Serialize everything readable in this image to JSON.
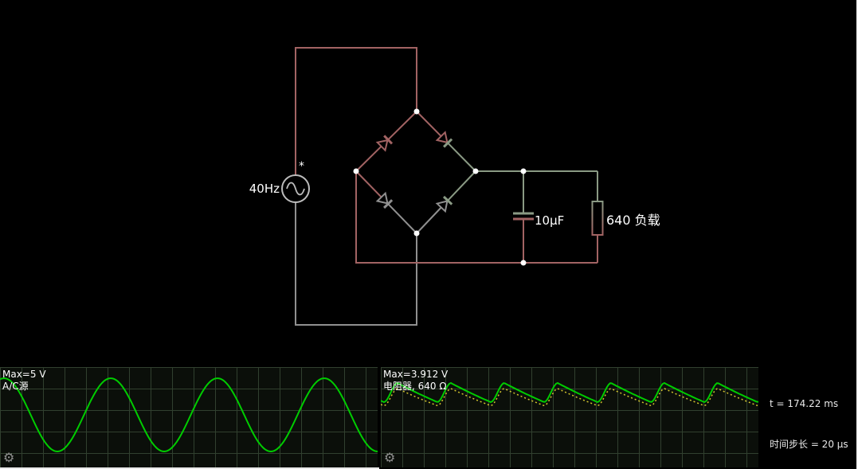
{
  "window": {
    "background": "#000000",
    "edge_color": "#f2f2f2"
  },
  "circuit": {
    "source": {
      "label": "40Hz",
      "marker": "*"
    },
    "capacitor": {
      "label": "10µF"
    },
    "load": {
      "label": "640 负载"
    },
    "colors": {
      "ac_hot_wire": "#a26363",
      "neutral_wire": "#909090",
      "dc_positive_wire": "#8a9a84",
      "dc_negative_wire": "#a26363",
      "junction_dot": "#ffffff",
      "component_outline": "#bcbcbc",
      "label_text": "#ffffff"
    }
  },
  "scopes": {
    "left": {
      "max_label": "Max=5 V",
      "name": "A/C源",
      "trace_color": "#00cc00"
    },
    "right": {
      "max_label": "Max=3.912 V",
      "name": "电阻器, 640 Ω",
      "trace_voltage_color": "#00cc00",
      "trace_current_color": "#d2c52e"
    },
    "status": {
      "time": "t = 174.22 ms",
      "timestep": "时间步长 = 20 µs"
    },
    "grid_color": "#31402f",
    "background": "#0b0f0a"
  },
  "icons": {
    "gear": "⚙"
  },
  "chart_data": [
    {
      "type": "line",
      "title": "A/C源",
      "max_label": "Max=5 V",
      "grid": true,
      "series": [
        {
          "name": "AC source voltage",
          "waveform": "sine",
          "frequency_hz": 40,
          "peak_v": 5,
          "cycles_visible": 3.5
        }
      ]
    },
    {
      "type": "line",
      "title": "电阻器, 640 Ω",
      "max_label": "Max=3.912 V",
      "grid": true,
      "series": [
        {
          "name": "resistor voltage",
          "waveform": "full-wave rectified with RC ripple",
          "peak_v": 3.912,
          "ripple_hz": 80
        },
        {
          "name": "resistor current",
          "waveform": "same shape as voltage",
          "style": "dotted yellow"
        }
      ]
    }
  ]
}
